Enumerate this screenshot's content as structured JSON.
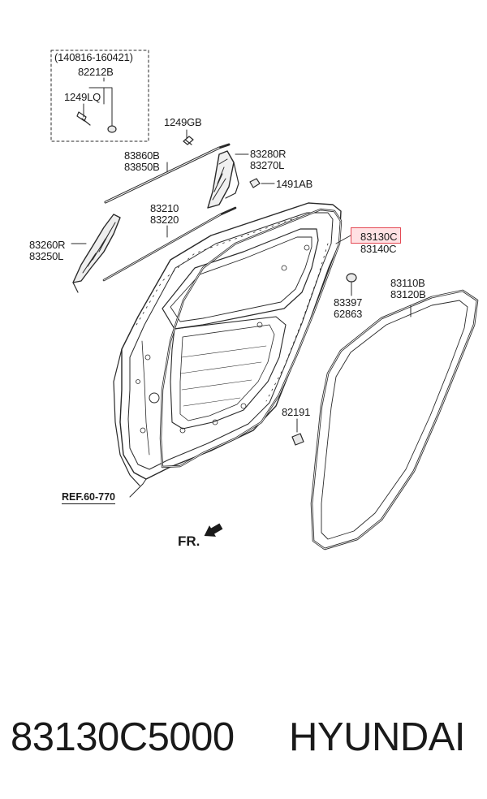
{
  "diagram": {
    "inset": {
      "date_range": "(140816-160421)",
      "part_a": "82212B",
      "part_b": "1249LQ"
    },
    "labels": {
      "p1249gb": "1249GB",
      "p83860b": "83860B",
      "p83850b": "83850B",
      "p83280r": "83280R",
      "p83270l": "83270L",
      "p1491ab": "1491AB",
      "p83210": "83210",
      "p83220": "83220",
      "p83260r": "83260R",
      "p83250l": "83250L",
      "p83130c": "83130C",
      "p83140c": "83140C",
      "p83397": "83397",
      "p62863": "62863",
      "p83110b": "83110B",
      "p83120b": "83120B",
      "p82191": "82191"
    },
    "ref": "REF.60-770",
    "front_marker": "FR."
  },
  "footer": {
    "part_number": "83130C5000",
    "brand": "HYUNDAI"
  },
  "colors": {
    "highlight_fill": "#ffe1e3",
    "highlight_border": "#e44a55",
    "line": "#1a1a1a"
  }
}
